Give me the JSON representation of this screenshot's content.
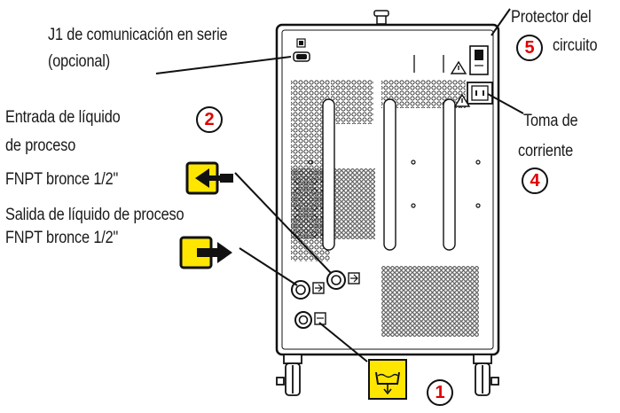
{
  "labels": {
    "serial_line1": "J1 de comunicación en serie",
    "serial_line2": "(opcional)",
    "breaker_line1": "Protector del",
    "breaker_line2": "circuito",
    "inlet_line1": "Entrada de líquido",
    "inlet_line2": "de proceso",
    "inlet_spec": "FNPT bronce 1/2\"",
    "outlet_line1": "Salida de líquido de proceso",
    "outlet_spec": "FNPT bronce 1/2\"",
    "power_line1": "Toma de",
    "power_line2": "corriente"
  },
  "callouts": {
    "drain": "1",
    "inlet": "2",
    "power": "4",
    "breaker": "5"
  },
  "icons": {
    "inlet": "arrow-into-box-icon",
    "outlet": "arrow-out-of-box-icon",
    "drain": "drain-tank-icon",
    "warning": "warning-triangle-icon"
  },
  "colors": {
    "callout_number": "#e00000",
    "icon_fill": "#ffe600",
    "outline": "#111111"
  }
}
